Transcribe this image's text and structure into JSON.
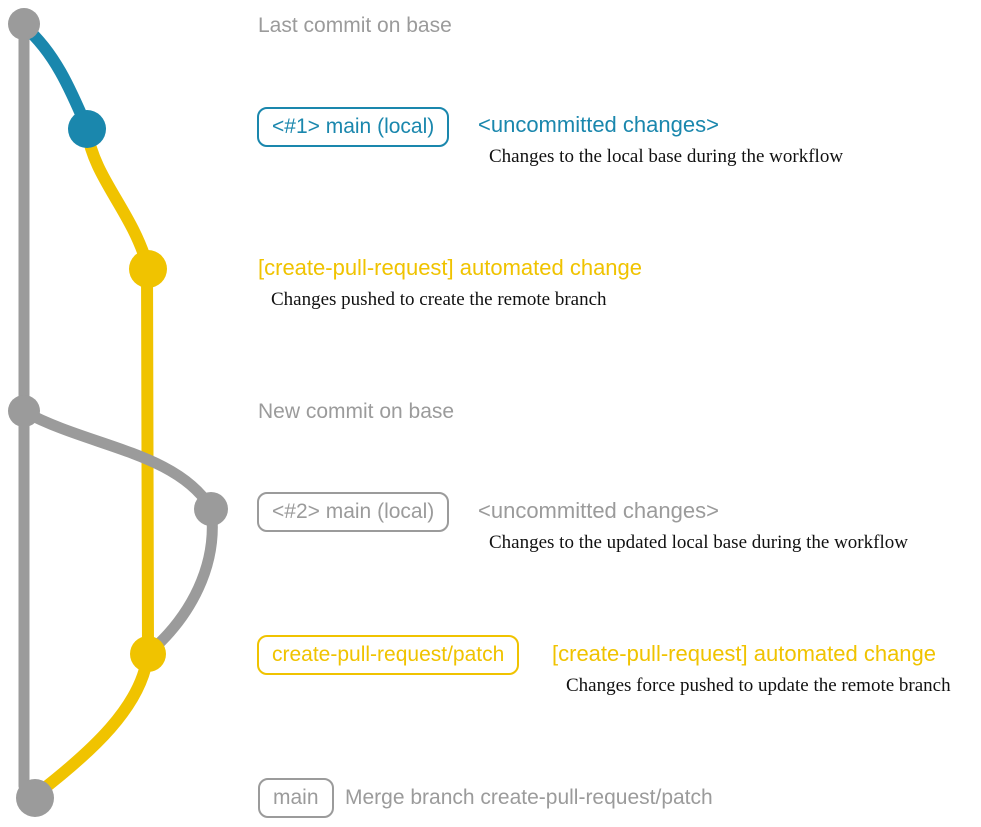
{
  "colors": {
    "gray": "#9b9b9b",
    "blue": "#1a87ad",
    "yellow": "#f0c300",
    "ink": "#111111"
  },
  "diagram": {
    "labels": {
      "last_commit": "Last commit on base",
      "new_commit": "New commit on base"
    },
    "row_local_main_1": {
      "badge": "<#1> main (local)",
      "status": "<uncommitted changes>",
      "note": "Changes to the local base during the workflow"
    },
    "row_automated_1": {
      "title": "[create-pull-request] automated change",
      "note": "Changes pushed to create the remote branch"
    },
    "row_local_main_2": {
      "badge": "<#2> main (local)",
      "status": "<uncommitted changes>",
      "note": "Changes to the updated local base during the workflow"
    },
    "row_automated_2": {
      "badge": "create-pull-request/patch",
      "title": "[create-pull-request] automated change",
      "note": "Changes force pushed to update the remote branch"
    },
    "row_merge": {
      "badge": "main",
      "title": "Merge branch create-pull-request/patch"
    },
    "commits": [
      {
        "name": "last-commit-on-base",
        "color": "gray"
      },
      {
        "name": "local-main-1",
        "color": "blue"
      },
      {
        "name": "automated-change-1",
        "color": "yellow"
      },
      {
        "name": "new-commit-on-base",
        "color": "gray"
      },
      {
        "name": "local-main-2",
        "color": "gray"
      },
      {
        "name": "automated-change-2",
        "color": "yellow"
      },
      {
        "name": "merge-commit",
        "color": "gray"
      }
    ]
  }
}
